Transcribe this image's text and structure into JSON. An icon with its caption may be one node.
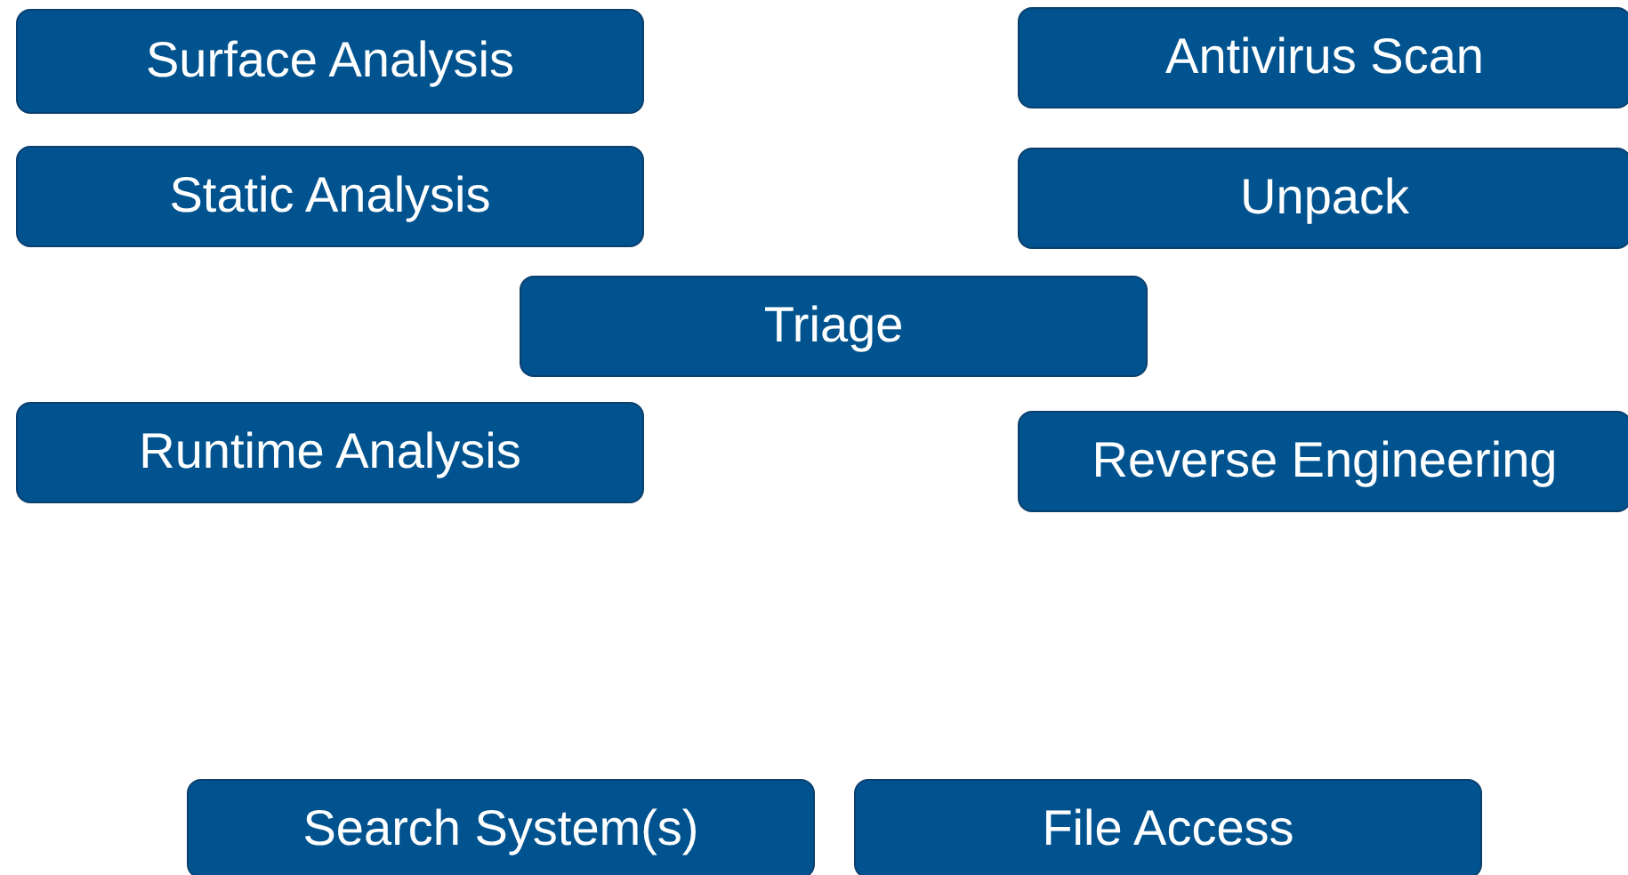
{
  "diagram": {
    "nodes": [
      {
        "text": [
          "Surface Analysis"
        ]
      },
      {
        "text": [
          "Antivirus Scan"
        ]
      },
      {
        "text": [
          "Static Analysis"
        ]
      },
      {
        "text": [
          "Unpack"
        ]
      },
      {
        "text": [
          "Triage"
        ]
      },
      {
        "text": [
          "Runtime Analysis"
        ]
      },
      {
        "text": [
          "Reverse Engineering"
        ]
      },
      {
        "text": [
          "Search System(s)"
        ]
      },
      {
        "text": [
          "File Access"
        ]
      }
    ]
  }
}
